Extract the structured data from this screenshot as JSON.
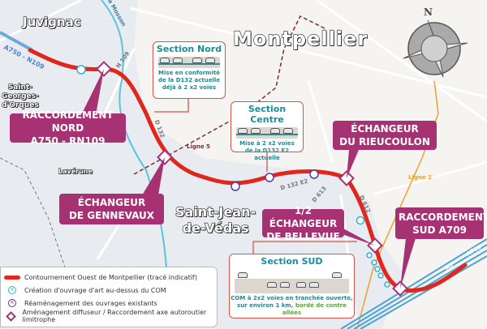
{
  "towns": {
    "juvignac": "Juvignac",
    "montpellier": "Montpellier",
    "saint_georges": [
      "Saint-",
      "Georges-",
      "d'Orques"
    ],
    "laverune": "Lavérune",
    "saint_jean": [
      "Saint-Jean-",
      "de-Védas"
    ]
  },
  "roads": {
    "a750": "A750 - N109",
    "n109": "N 109",
    "mosson": "La Mosson",
    "d132": "D 132",
    "d132e2": "D 132 E2",
    "d613": "D 613",
    "d612": "D 612",
    "ligne5": "Ligne 5",
    "ligne2": "Ligne 2",
    "a9": "A9",
    "a709": "A709"
  },
  "callouts": {
    "nord": [
      "RACCORDEMENT NORD",
      "A750 - RN109"
    ],
    "gennevaux": [
      "ÉCHANGEUR",
      "DE GENNEVAUX"
    ],
    "rieucoulon": [
      "ÉCHANGEUR",
      "DU RIEUCOULON"
    ],
    "bellevue": [
      "1/2 ÉCHANGEUR",
      "DE BELLEVUE"
    ],
    "sud": [
      "RACCORDEMENT",
      "SUD A709"
    ]
  },
  "sections": {
    "nord": {
      "title": "Section Nord",
      "desc": [
        "Mise en conformité",
        "de la D132 actuelle",
        "déjà à 2 x2 voies"
      ]
    },
    "centre": {
      "title": "Section Centre",
      "desc": [
        "Mise à 2 x2 voies",
        "de la D132 E2 actuelle"
      ]
    },
    "sud": {
      "title": "Section SUD",
      "desc1": "COM à 2x2 voies en tranchée ouverte,",
      "desc2a": "sur environ 1 km,",
      "desc2b": "bordé de contre allées"
    }
  },
  "compass": {
    "north": "N"
  },
  "legend": [
    {
      "icon": "red-line",
      "label": "Contournement Ouest de Montpellier (tracé indicatif)"
    },
    {
      "icon": "cyan-x-circle",
      "label": "Création d'ouvrage d'art au-dessus du COM"
    },
    {
      "icon": "purple-x-circle",
      "label": "Réaménagement des ouvrages existants"
    },
    {
      "icon": "magenta-diamond",
      "label": "Aménagement diffuseur / Raccordement axe autoroutier limitrophe"
    }
  ],
  "colors": {
    "route": "#e0261d",
    "callout": "#a63273",
    "section_border": "#d9524a",
    "cyan": "#2fb3d1",
    "purple": "#5b3a9a",
    "tram5": "#7a2a3e",
    "tram2": "#f0a030",
    "motorway": "#4aa3d6"
  }
}
